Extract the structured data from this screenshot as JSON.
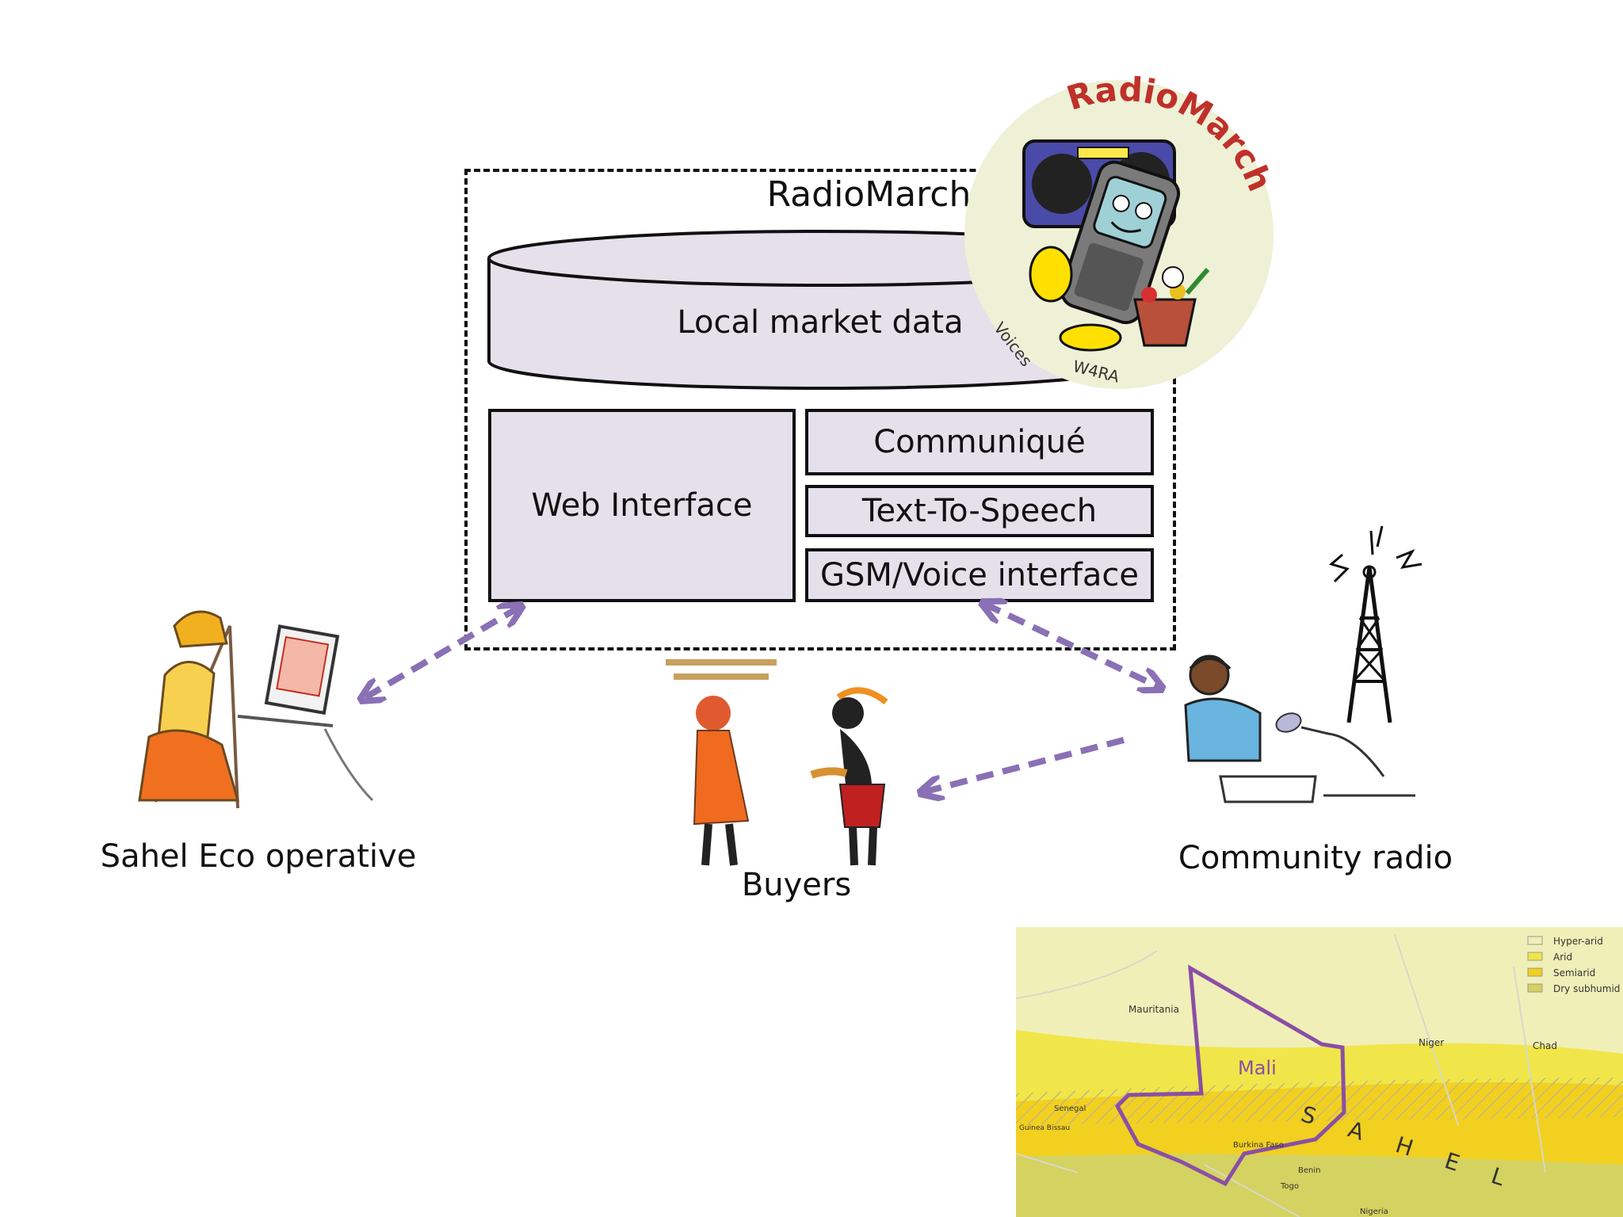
{
  "diagram": {
    "system_title": "RadioMarché",
    "database_label": "Local market data",
    "components": {
      "web_interface": "Web Interface",
      "communique": "Communiqué",
      "text_to_speech": "Text-To-Speech",
      "gsm_voice": "GSM/Voice interface"
    },
    "actors": {
      "sahel_eco": "Sahel Eco operative",
      "buyers": "Buyers",
      "community_radio": "Community radio"
    },
    "arrow_color": "#8a70b4"
  },
  "logo": {
    "text": "RadioMarché",
    "footer_left": "Voices",
    "footer_right": "W4RA"
  },
  "map": {
    "legend": [
      "Hyper-arid",
      "Arid",
      "Semiarid",
      "Dry subhumid"
    ],
    "country_labels": [
      "Mauritania",
      "Niger",
      "Chad",
      "Mali",
      "Senegal",
      "Guinea Bissau",
      "Burkina Faso",
      "Benin",
      "Togo",
      "Nigeria"
    ],
    "region_label": "SAHEL",
    "highlight_color": "#8a4fa6"
  }
}
